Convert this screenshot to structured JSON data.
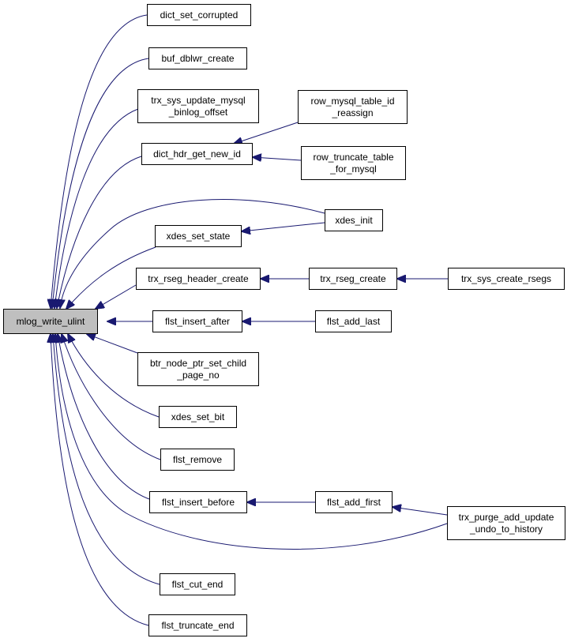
{
  "colors": {
    "edge": "#191970",
    "root_fill": "#bfbfbf",
    "node_fill": "#ffffff",
    "border": "#000000"
  },
  "nodes": {
    "mlog_write_ulint": "mlog_write_ulint",
    "dict_set_corrupted": "dict_set_corrupted",
    "buf_dblwr_create": "buf_dblwr_create",
    "trx_sys_update_mysql_binlog_offset": "trx_sys_update_mysql\n_binlog_offset",
    "dict_hdr_get_new_id": "dict_hdr_get_new_id",
    "row_mysql_table_id_reassign": "row_mysql_table_id\n_reassign",
    "row_truncate_table_for_mysql": "row_truncate_table\n_for_mysql",
    "xdes_init": "xdes_init",
    "xdes_set_state": "xdes_set_state",
    "trx_rseg_header_create": "trx_rseg_header_create",
    "trx_rseg_create": "trx_rseg_create",
    "trx_sys_create_rsegs": "trx_sys_create_rsegs",
    "flst_insert_after": "flst_insert_after",
    "flst_add_last": "flst_add_last",
    "btr_node_ptr_set_child_page_no": "btr_node_ptr_set_child\n_page_no",
    "xdes_set_bit": "xdes_set_bit",
    "flst_remove": "flst_remove",
    "flst_insert_before": "flst_insert_before",
    "flst_add_first": "flst_add_first",
    "trx_purge_add_update_undo_to_history": "trx_purge_add_update\n_undo_to_history",
    "flst_cut_end": "flst_cut_end",
    "flst_truncate_end": "flst_truncate_end"
  },
  "edges": [
    [
      "dict_set_corrupted",
      "mlog_write_ulint"
    ],
    [
      "buf_dblwr_create",
      "mlog_write_ulint"
    ],
    [
      "trx_sys_update_mysql_binlog_offset",
      "mlog_write_ulint"
    ],
    [
      "dict_hdr_get_new_id",
      "mlog_write_ulint"
    ],
    [
      "xdes_init",
      "mlog_write_ulint"
    ],
    [
      "xdes_set_state",
      "mlog_write_ulint"
    ],
    [
      "trx_rseg_header_create",
      "mlog_write_ulint"
    ],
    [
      "flst_insert_after",
      "mlog_write_ulint"
    ],
    [
      "btr_node_ptr_set_child_page_no",
      "mlog_write_ulint"
    ],
    [
      "xdes_set_bit",
      "mlog_write_ulint"
    ],
    [
      "flst_remove",
      "mlog_write_ulint"
    ],
    [
      "flst_insert_before",
      "mlog_write_ulint"
    ],
    [
      "trx_purge_add_update_undo_to_history",
      "mlog_write_ulint"
    ],
    [
      "flst_cut_end",
      "mlog_write_ulint"
    ],
    [
      "flst_truncate_end",
      "mlog_write_ulint"
    ],
    [
      "row_mysql_table_id_reassign",
      "dict_hdr_get_new_id"
    ],
    [
      "row_truncate_table_for_mysql",
      "dict_hdr_get_new_id"
    ],
    [
      "xdes_init",
      "xdes_set_state"
    ],
    [
      "trx_rseg_create",
      "trx_rseg_header_create"
    ],
    [
      "trx_sys_create_rsegs",
      "trx_rseg_create"
    ],
    [
      "flst_add_last",
      "flst_insert_after"
    ],
    [
      "flst_add_first",
      "flst_insert_before"
    ],
    [
      "trx_purge_add_update_undo_to_history",
      "flst_add_first"
    ]
  ]
}
